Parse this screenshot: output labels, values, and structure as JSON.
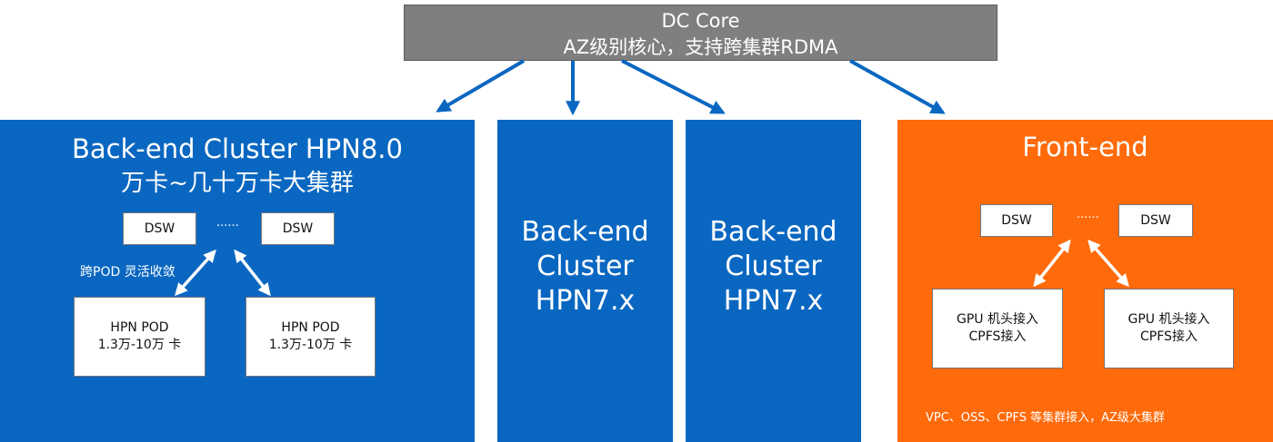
{
  "core": {
    "line1": "DC  Core",
    "line2": "AZ级别核心，支持跨集群RDMA"
  },
  "hpn8": {
    "title": "Back-end Cluster HPN8.0",
    "subtitle": "万卡~几十万卡大集群",
    "dsw_left": "DSW",
    "dots": "······",
    "dsw_right": "DSW",
    "note": "跨POD 灵活收敛",
    "pod_left": {
      "line1": "HPN POD",
      "line2": "1.3万-10万 卡"
    },
    "pod_right": {
      "line1": "HPN POD",
      "line2": "1.3万-10万 卡"
    }
  },
  "hpn7_a": {
    "line1": "Back-end",
    "line2": "Cluster",
    "line3": "HPN7.x"
  },
  "hpn7_b": {
    "line1": "Back-end",
    "line2": "Cluster",
    "line3": "HPN7.x"
  },
  "frontend": {
    "title": "Front-end",
    "dsw_left": "DSW",
    "dots": "······",
    "dsw_right": "DSW",
    "gpu_left": {
      "line1": "GPU 机头接入",
      "line2": "CPFS接入"
    },
    "gpu_right": {
      "line1": "GPU 机头接入",
      "line2": "CPFS接入"
    },
    "footer": "VPC、OSS、CPFS 等集群接入，AZ级大集群"
  },
  "colors": {
    "core": "#7f7f7f",
    "backend": "#0a67c1",
    "frontend": "#ff6a0a",
    "arrow": "#0a67c1",
    "white_arrow": "#ffffff"
  }
}
